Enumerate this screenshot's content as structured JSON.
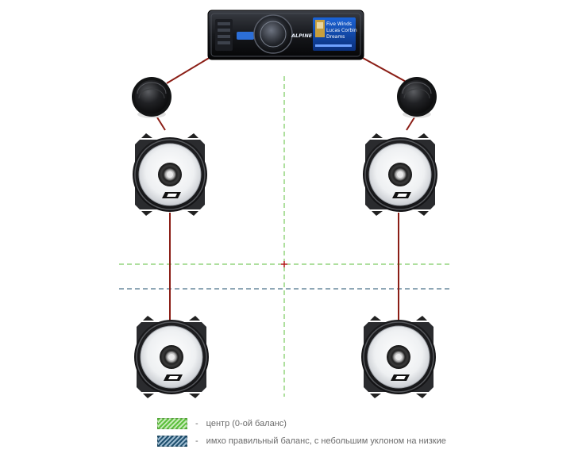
{
  "head_unit": {
    "brand": "ALPINE",
    "track_lines": [
      "Five Winds",
      "Lucas Corbin",
      "Dreams"
    ]
  },
  "legend": [
    {
      "color": "#5cbf3c",
      "dash": "-",
      "text": "центр (0-ой баланс)"
    },
    {
      "color": "#1f4f6e",
      "dash": "-",
      "text": "имхо правильный баланс, с небольшим уклоном на низкие"
    }
  ],
  "colors": {
    "wire": "#8b1e16",
    "center_line": "#5cbf3c",
    "balance_line": "#1f4f6e",
    "cross_marker": "#b21a1a"
  }
}
